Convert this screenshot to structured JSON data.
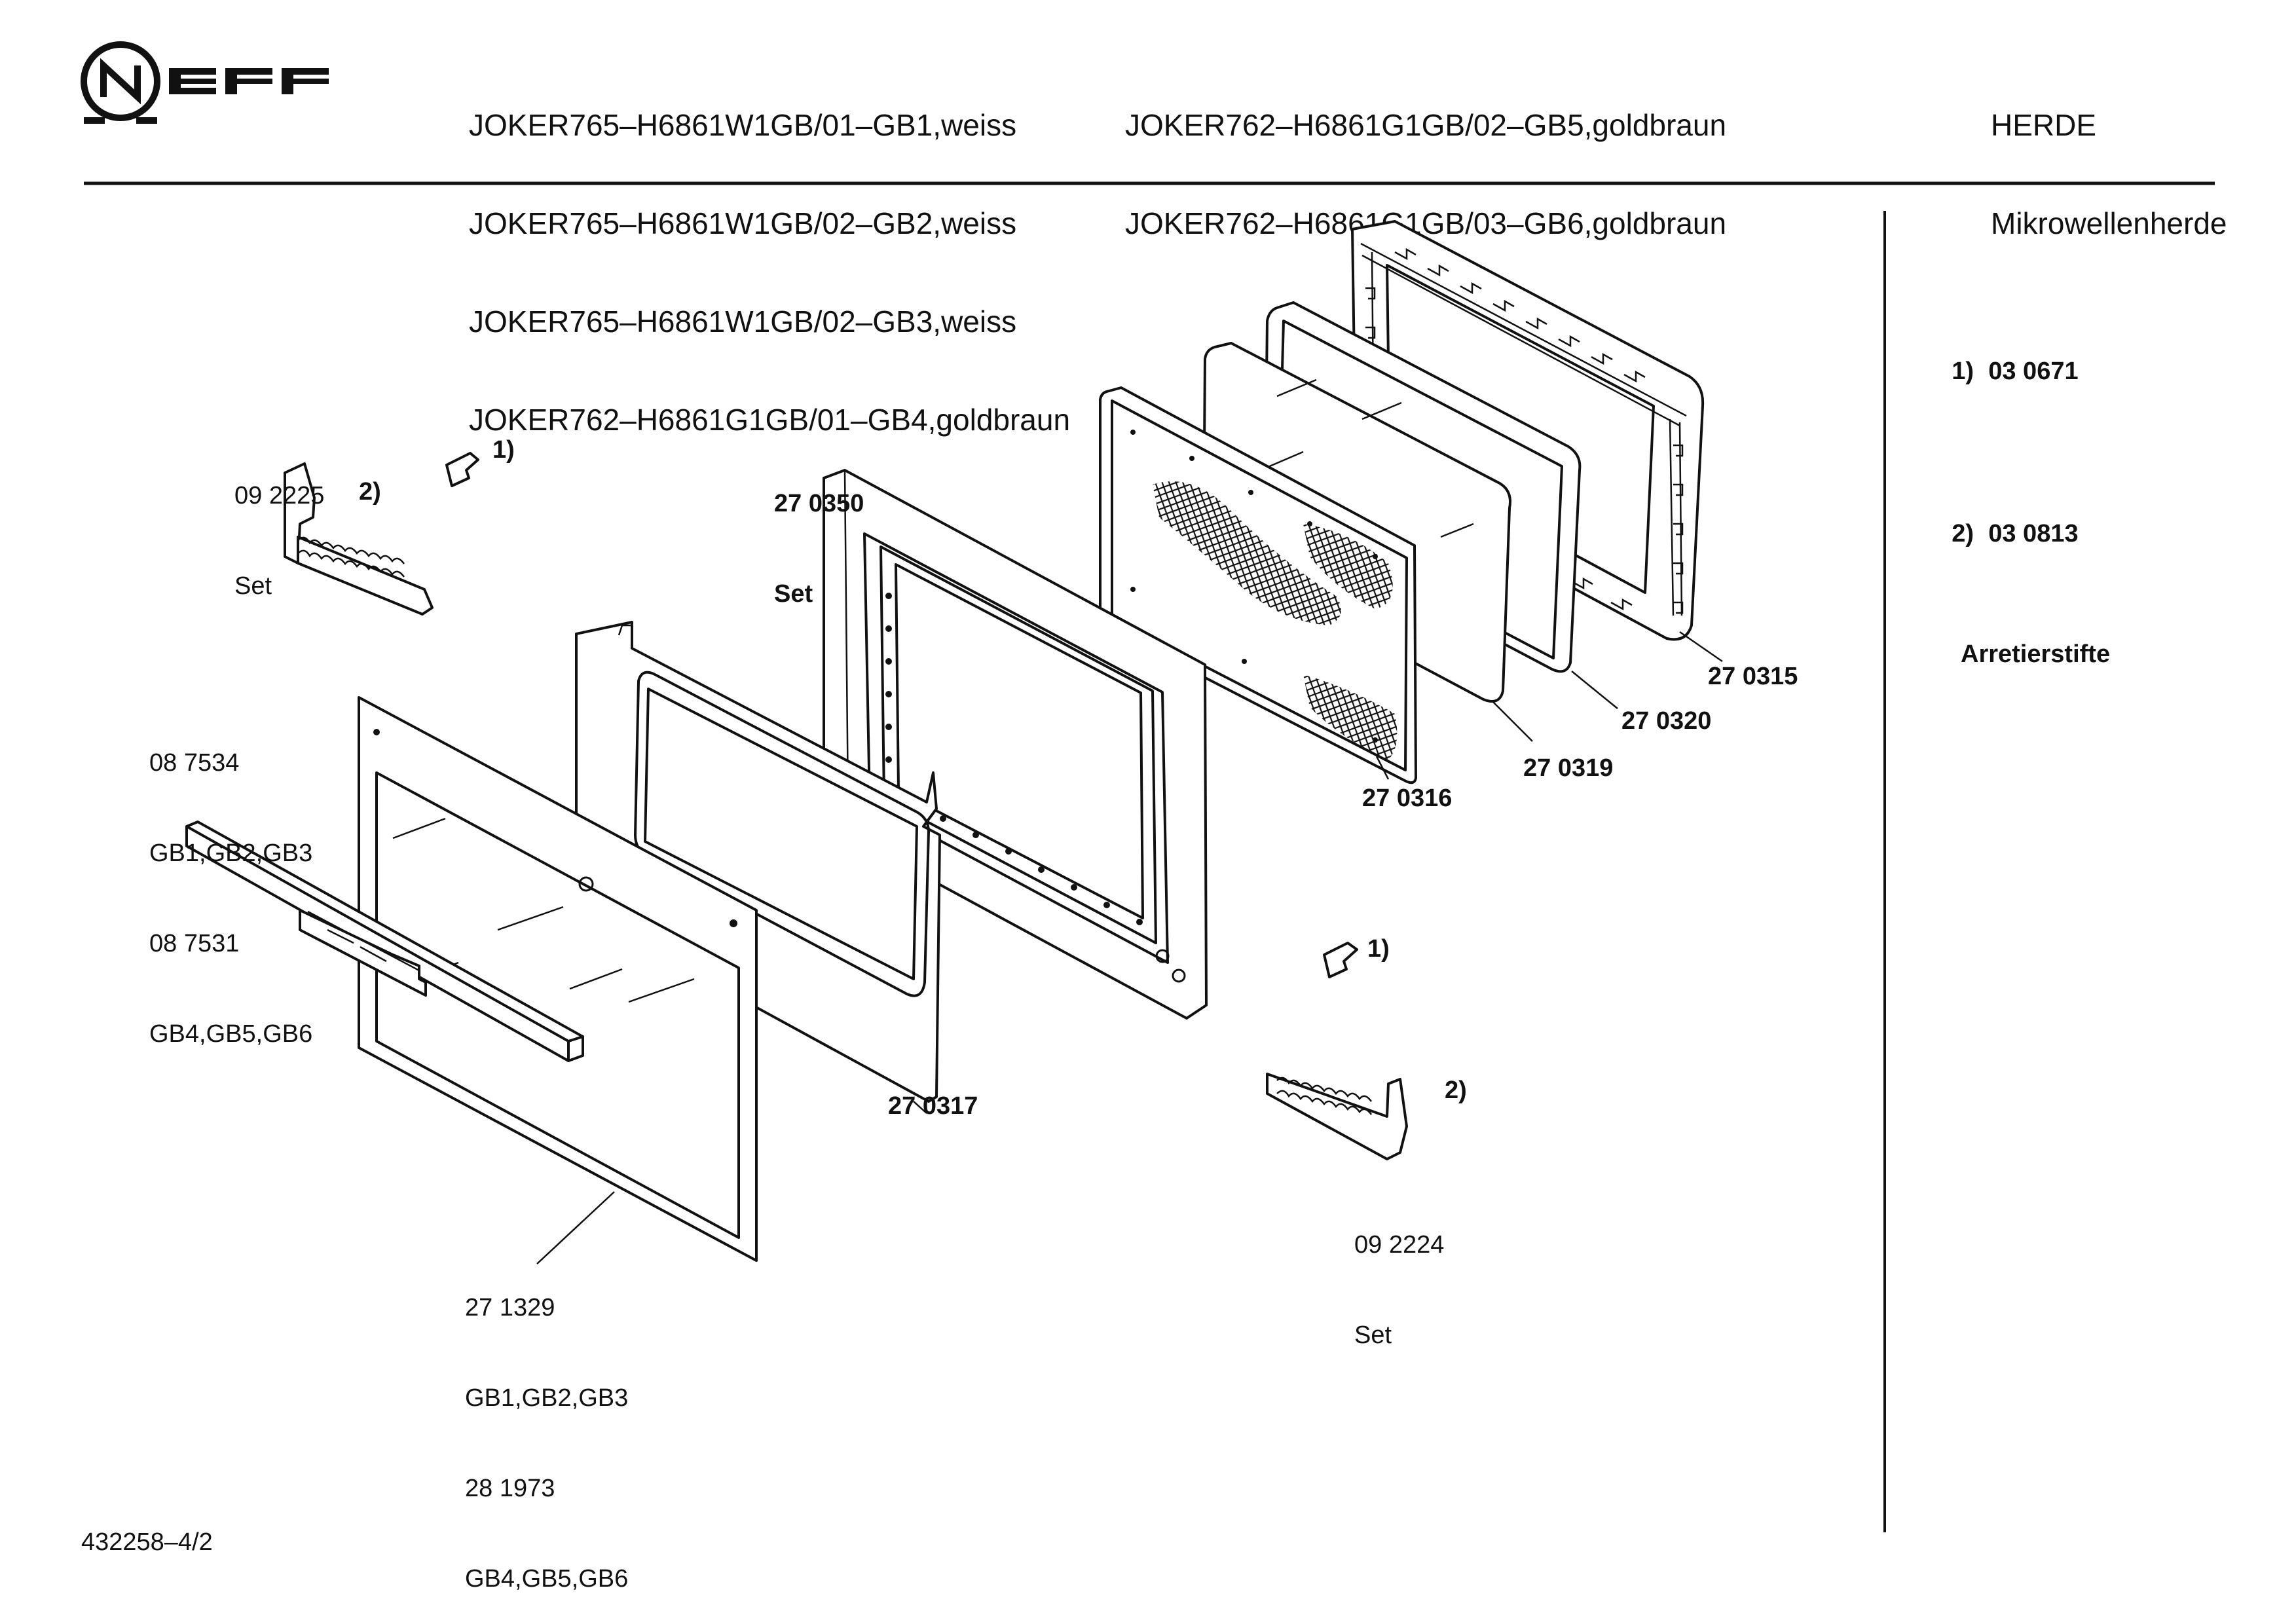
{
  "brand": {
    "logo_text": "NEFF"
  },
  "header": {
    "models_col1": [
      "JOKER765–H6861W1GB/01–GB1,weiss",
      "JOKER765–H6861W1GB/02–GB2,weiss",
      "JOKER765–H6861W1GB/02–GB3,weiss",
      "JOKER762–H6861G1GB/01–GB4,goldbraun"
    ],
    "models_col2": [
      "JOKER762–H6861G1GB/02–GB5,goldbraun",
      "JOKER762–H6861G1GB/03–GB6,goldbraun"
    ],
    "category": "HERDE",
    "subcategory": "Mikrowellenherde"
  },
  "legend": {
    "item1_marker": "1)",
    "item1_part": "03 0671",
    "item2_marker": "2)",
    "item2_part": "03 0813",
    "item2_desc": "Arretierstifte"
  },
  "parts": {
    "hinge_left_no": "09 2225",
    "hinge_left_set": "Set",
    "hinge_left_ref": "2)",
    "pin_left_ref": "1)",
    "frame_set_no": "27 0350",
    "frame_set_set": "Set",
    "handle_no1": "08 7534",
    "handle_var1": "GB1,GB2,GB3",
    "handle_no2": "08 7531",
    "handle_var2": "GB4,GB5,GB6",
    "glass_no1": "27 1329",
    "glass_var1": "GB1,GB2,GB3",
    "glass_no2": "28 1973",
    "glass_var2": "GB4,GB5,GB6",
    "inner_frame_no": "27 0317",
    "mesh_panel_no": "27 0316",
    "glass_inner_no": "27 0319",
    "seal_no": "27 0320",
    "choke_frame_no": "27 0315",
    "pin_right_ref": "1)",
    "hinge_right_ref": "2)",
    "hinge_right_no": "09 2224",
    "hinge_right_set": "Set"
  },
  "footer": {
    "drawing_no": "432258–4/2"
  }
}
